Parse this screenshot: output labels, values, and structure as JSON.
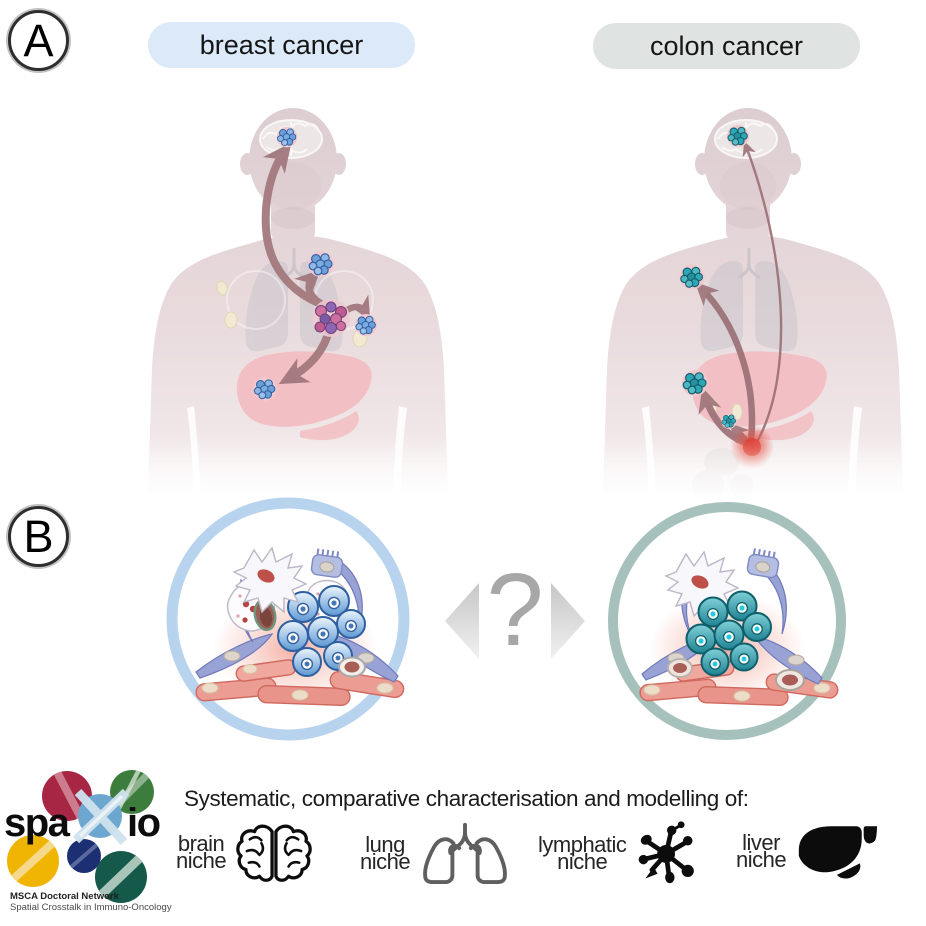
{
  "panel_a": {
    "marker": "A",
    "breast_label": "breast cancer",
    "colon_label": "colon cancer"
  },
  "panel_b": {
    "marker": "B",
    "question_mark": "?"
  },
  "footer": {
    "headline": "Systematic, comparative characterisation and modelling of:",
    "niches": [
      {
        "line1": "brain",
        "line2": "niche",
        "icon": "brain-icon"
      },
      {
        "line1": "lung",
        "line2": "niche",
        "icon": "lungs-icon"
      },
      {
        "line1": "lymphatic",
        "line2": "niche",
        "icon": "lymph-node-icon"
      },
      {
        "line1": "liver",
        "line2": "niche",
        "icon": "liver-icon"
      }
    ]
  },
  "logo": {
    "word_left": "spa",
    "word_right": "io",
    "subtitle_bold": "MSCA Doctoral Network",
    "subtitle": "Spatial Crosstalk in Immuno-Oncology"
  },
  "colors": {
    "breast_pill": "#dbe9f8",
    "colon_pill": "#dfe3e1",
    "breast_met": "#6d9fd9",
    "colon_met": "#2fa6b6",
    "arrow": "#a47a7e",
    "silhouette": "#e3d3d6",
    "breast_ring": "#b7d3ee",
    "colon_ring": "#a6c1bb",
    "primary_colon_tumor": "#df3b2e"
  }
}
